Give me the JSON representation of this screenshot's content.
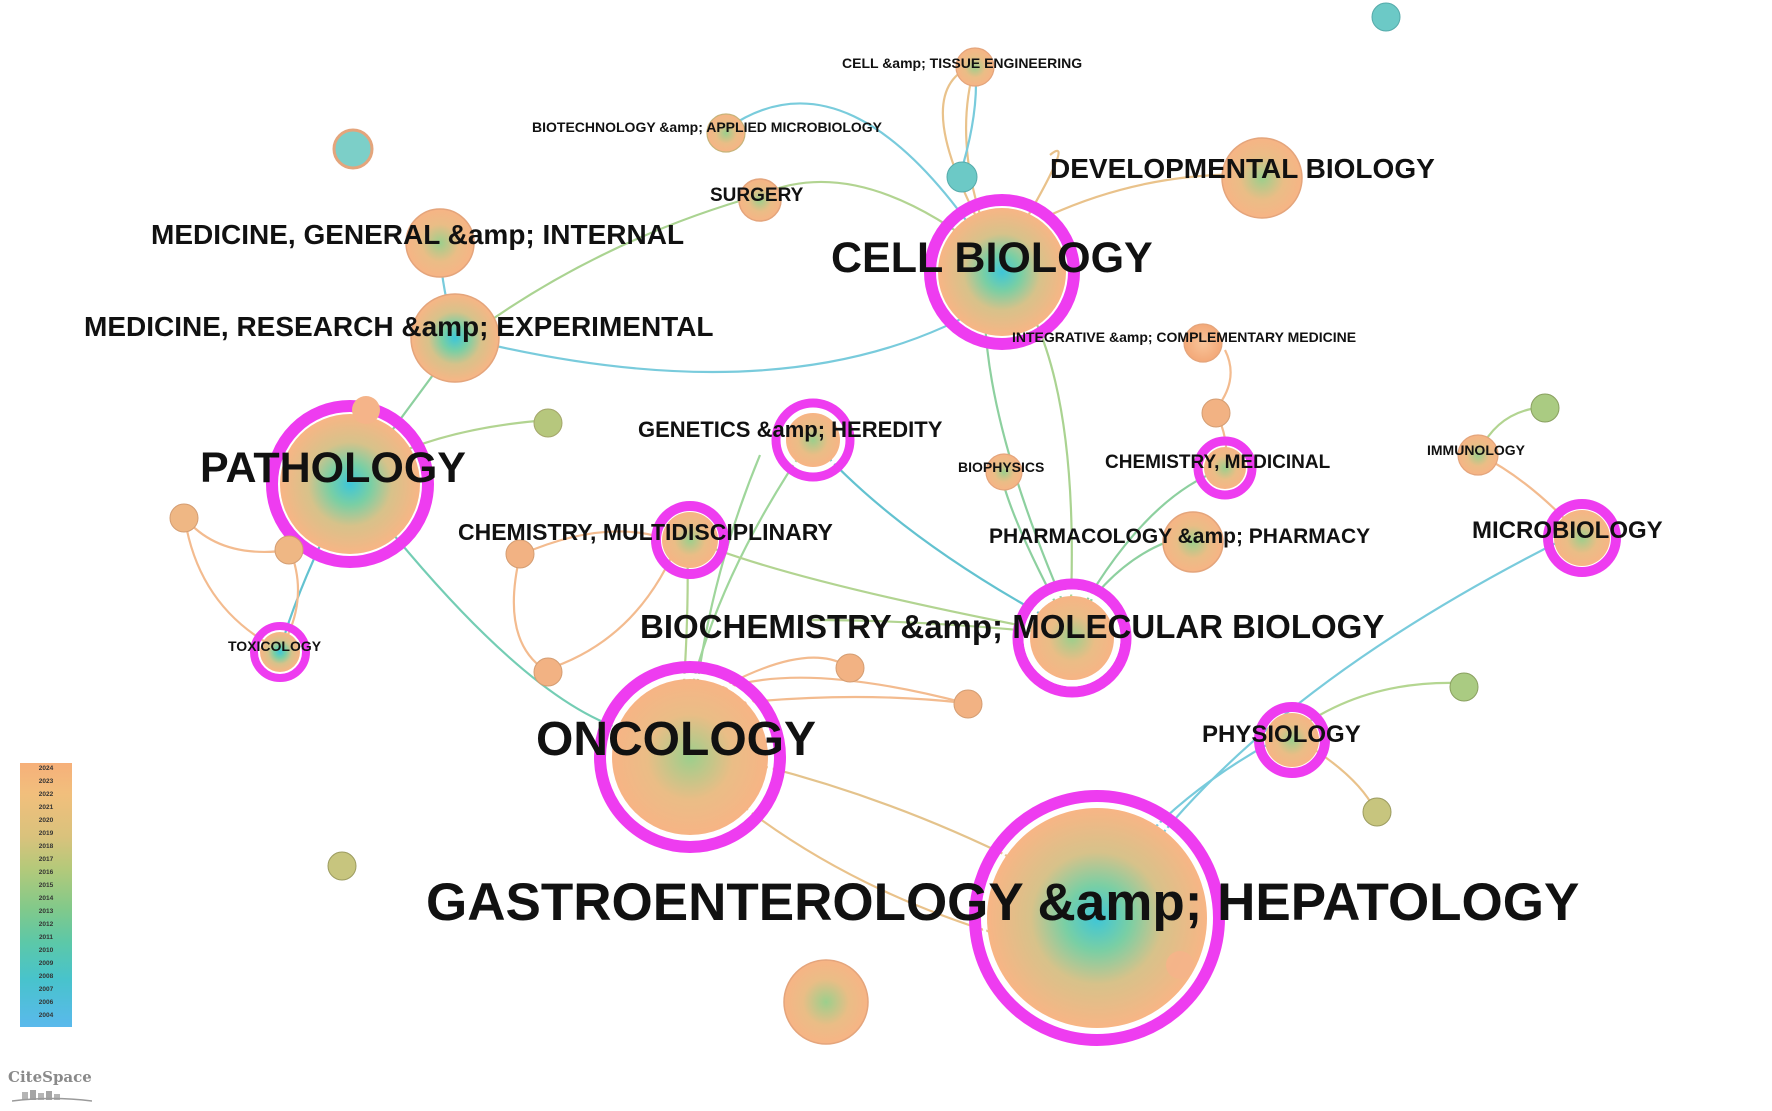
{
  "network": {
    "nodes": [
      {
        "id": "gastro",
        "label": "GASTROENTEROLOGY &amp; HEPATOLOGY",
        "size": "xl",
        "centrality_ring": true
      },
      {
        "id": "oncology",
        "label": "ONCOLOGY",
        "size": "xl",
        "centrality_ring": true
      },
      {
        "id": "cellbio",
        "label": "CELL BIOLOGY",
        "size": "xl",
        "centrality_ring": true
      },
      {
        "id": "pathology",
        "label": "PATHOLOGY",
        "size": "xl",
        "centrality_ring": true
      },
      {
        "id": "biochem",
        "label": "BIOCHEMISTRY &amp; MOLECULAR BIOLOGY",
        "size": "l",
        "centrality_ring": true
      },
      {
        "id": "medres",
        "label": "MEDICINE, RESEARCH &amp; EXPERIMENTAL",
        "size": "l",
        "centrality_ring": false
      },
      {
        "id": "medgen",
        "label": "MEDICINE, GENERAL &amp; INTERNAL",
        "size": "l",
        "centrality_ring": false
      },
      {
        "id": "devbio",
        "label": "DEVELOPMENTAL BIOLOGY",
        "size": "l",
        "centrality_ring": false
      },
      {
        "id": "chemmulti",
        "label": "CHEMISTRY, MULTIDISCIPLINARY",
        "size": "m",
        "centrality_ring": true
      },
      {
        "id": "genetics",
        "label": "GENETICS &amp; HEREDITY",
        "size": "m",
        "centrality_ring": true
      },
      {
        "id": "pharma",
        "label": "PHARMACOLOGY &amp; PHARMACY",
        "size": "m",
        "centrality_ring": false
      },
      {
        "id": "chemmed",
        "label": "CHEMISTRY, MEDICINAL",
        "size": "m",
        "centrality_ring": true
      },
      {
        "id": "microbio",
        "label": "MICROBIOLOGY",
        "size": "m",
        "centrality_ring": true
      },
      {
        "id": "physio",
        "label": "PHYSIOLOGY",
        "size": "m",
        "centrality_ring": true
      },
      {
        "id": "surgery",
        "label": "SURGERY",
        "size": "m",
        "centrality_ring": false
      },
      {
        "id": "toxicology",
        "label": "TOXICOLOGY",
        "size": "s",
        "centrality_ring": true
      },
      {
        "id": "integrative",
        "label": "INTEGRATIVE &amp; COMPLEMENTARY MEDICINE",
        "size": "s",
        "centrality_ring": false
      },
      {
        "id": "biophysics",
        "label": "BIOPHYSICS",
        "size": "s",
        "centrality_ring": false
      },
      {
        "id": "immunology",
        "label": "IMMUNOLOGY",
        "size": "s",
        "centrality_ring": false
      },
      {
        "id": "cellTissue",
        "label": "CELL &amp; TISSUE ENGINEERING",
        "size": "s",
        "centrality_ring": false
      },
      {
        "id": "biotech",
        "label": "BIOTECHNOLOGY &amp; APPLIED MICROBIOLOGY",
        "size": "s",
        "centrality_ring": false
      }
    ],
    "edges": [
      [
        "gastro",
        "oncology"
      ],
      [
        "gastro",
        "physio"
      ],
      [
        "gastro",
        "microbio"
      ],
      [
        "oncology",
        "pathology"
      ],
      [
        "oncology",
        "chemmulti"
      ],
      [
        "oncology",
        "genetics"
      ],
      [
        "cellbio",
        "medres"
      ],
      [
        "cellbio",
        "surgery"
      ],
      [
        "cellbio",
        "devbio"
      ],
      [
        "cellbio",
        "biotech"
      ],
      [
        "cellbio",
        "cellTissue"
      ],
      [
        "cellbio",
        "biochem"
      ],
      [
        "cellbio",
        "biophysics"
      ],
      [
        "medres",
        "medgen"
      ],
      [
        "medres",
        "pathology"
      ],
      [
        "pathology",
        "toxicology"
      ],
      [
        "biochem",
        "genetics"
      ],
      [
        "biochem",
        "chemmulti"
      ],
      [
        "biochem",
        "pharma"
      ],
      [
        "biochem",
        "chemmed"
      ],
      [
        "biochem",
        "biophysics"
      ],
      [
        "chemmed",
        "integrative"
      ],
      [
        "microbio",
        "immunology"
      ]
    ]
  },
  "legend": {
    "years": [
      "2024",
      "2023",
      "2022",
      "2021",
      "2020",
      "2019",
      "2018",
      "2017",
      "2016",
      "2015",
      "2014",
      "2013",
      "2012",
      "2011",
      "2010",
      "2009",
      "2008",
      "2007",
      "2006",
      "2004"
    ],
    "colors": {
      "recent": "#f6b07a",
      "mid": "#b4c97a",
      "old": "#5ab9ec"
    }
  },
  "colors": {
    "centrality_ring": "#ee3cf0",
    "node_recent": "#f7b584",
    "node_core": "#6ccfae"
  },
  "branding": {
    "logo_text": "CiteSpace"
  }
}
